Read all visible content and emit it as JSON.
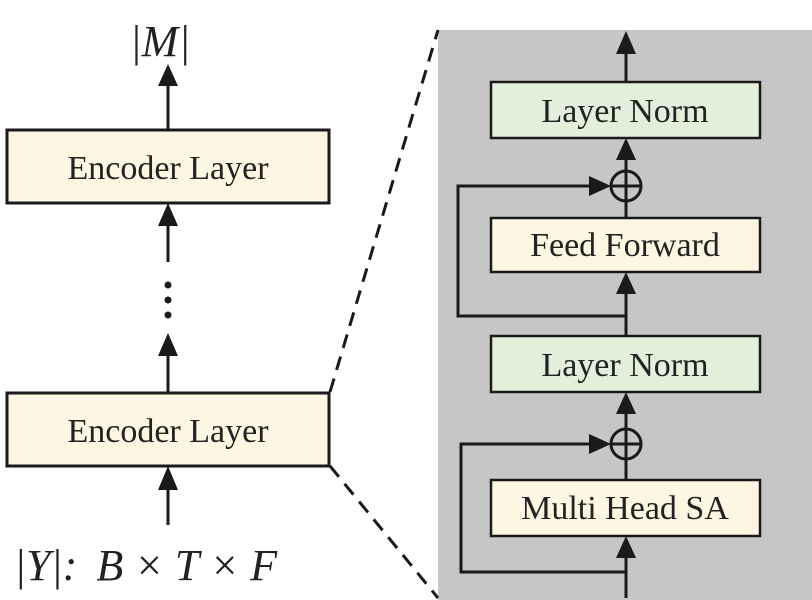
{
  "output_label": "|M|",
  "input_label": {
    "prefix": "|Y|:",
    "shape": "B × T × F"
  },
  "encoder_stack": {
    "top_layer": "Encoder Layer",
    "ellipsis": "⋮",
    "bottom_layer": "Encoder Layer"
  },
  "encoder_layer_detail": {
    "blocks": {
      "layer_norm_top": "Layer Norm",
      "feed_forward": "Feed Forward",
      "layer_norm_bottom": "Layer Norm",
      "multi_head_sa": "Multi Head SA"
    }
  },
  "colors": {
    "encoder_box_fill": "#fdf6e3",
    "layer_norm_fill": "#e2efda",
    "sublayer_fill": "#fdf6e3",
    "detail_panel_bg": "#c6c6c6",
    "stroke": "#1a1a1a"
  }
}
